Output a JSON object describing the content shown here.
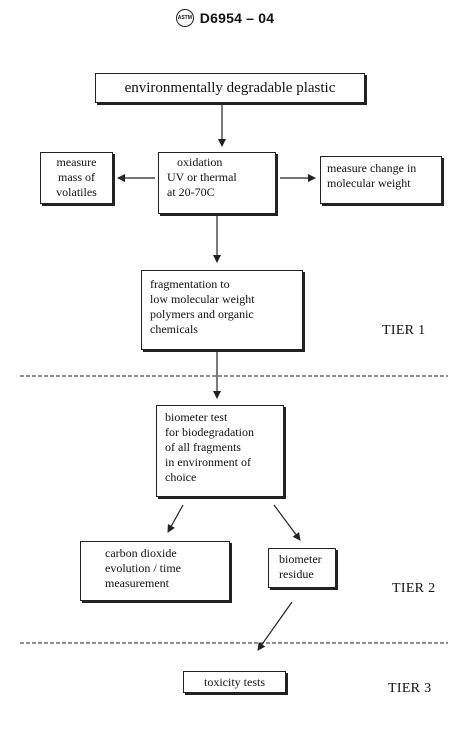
{
  "header": {
    "logo_text": "ASTM",
    "doc_id": "D6954 – 04"
  },
  "nodes": {
    "plastic": [
      "environmentally degradable plastic"
    ],
    "oxidation": [
      "oxidation",
      "UV or thermal",
      "at 20-70C"
    ],
    "volatiles": [
      "measure",
      "mass of",
      "volatiles"
    ],
    "molecular_weight": [
      "measure change in",
      "molecular weight"
    ],
    "fragmentation": [
      "fragmentation to",
      "low molecular weight",
      "polymers and organic",
      "chemicals"
    ],
    "biometer": [
      "biometer test",
      "for biodegradation",
      "of all fragments",
      "in environment of",
      "choice"
    ],
    "co2": [
      "carbon dioxide",
      "evolution / time",
      "measurement"
    ],
    "residue": [
      "biometer",
      "residue"
    ],
    "toxicity": [
      "toxicity tests"
    ]
  },
  "tiers": {
    "tier1": "TIER 1",
    "tier2": "TIER 2",
    "tier3": "TIER 3"
  }
}
